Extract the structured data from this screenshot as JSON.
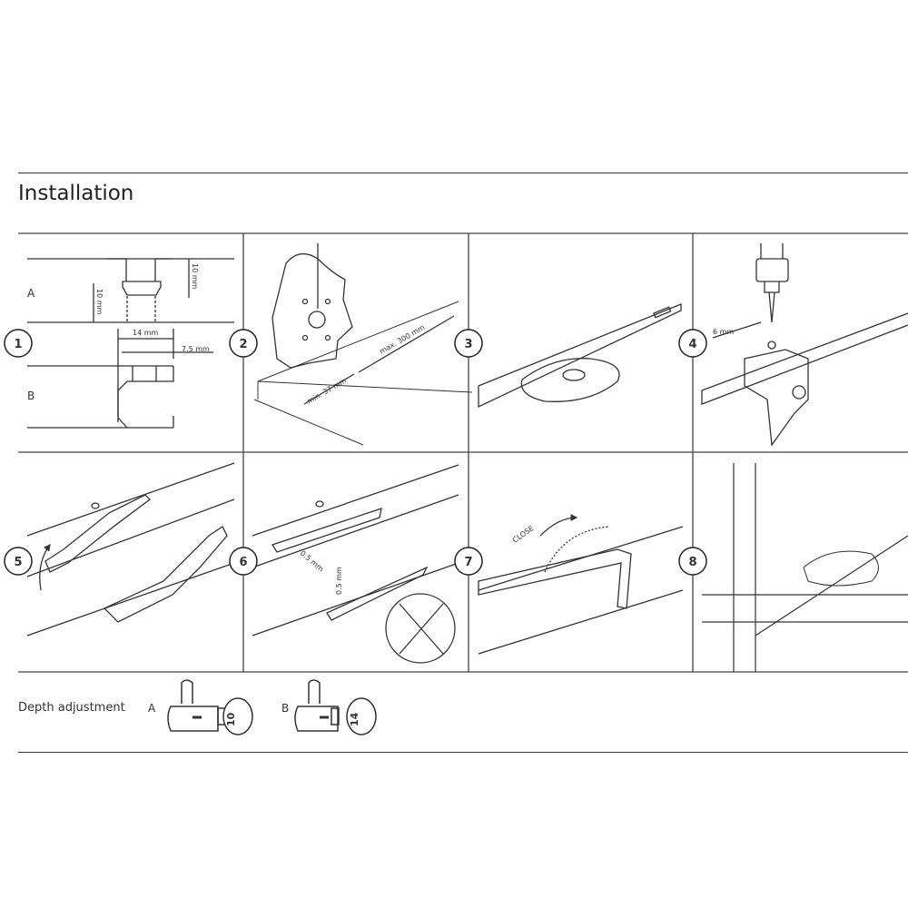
{
  "section": {
    "title": "Installation"
  },
  "steps": [
    {
      "number": "1",
      "labels": {
        "a": "A",
        "b": "B",
        "depth_a": "10 mm",
        "depth_b": "10 mm",
        "width": "14 mm",
        "offset": "7.5 mm"
      }
    },
    {
      "number": "2",
      "labels": {
        "min": "min. 37 mm",
        "max": "max. 300 mm"
      }
    },
    {
      "number": "3"
    },
    {
      "number": "4",
      "labels": {
        "distance": "6 mm"
      }
    },
    {
      "number": "5"
    },
    {
      "number": "6",
      "labels": {
        "gap1": "0.5 mm",
        "gap2": "0.5 mm"
      }
    },
    {
      "number": "7",
      "labels": {
        "action": "CLOSE"
      }
    },
    {
      "number": "8"
    }
  ],
  "depth_adjustment": {
    "label": "Depth adjustment",
    "a": {
      "label": "A",
      "dial_value": "10"
    },
    "b": {
      "label": "B",
      "dial_value": "14"
    }
  }
}
